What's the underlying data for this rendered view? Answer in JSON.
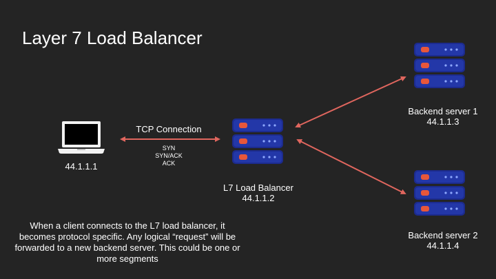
{
  "title": "Layer 7 Load Balancer",
  "client": {
    "ip": "44.1.1.1"
  },
  "connection": {
    "label": "TCP Connection",
    "handshake": [
      "SYN",
      "SYN/ACK",
      "ACK"
    ]
  },
  "load_balancer": {
    "name": "L7 Load Balancer",
    "ip": "44.1.1.2"
  },
  "backend1": {
    "name": "Backend server 1",
    "ip": "44.1.1.3"
  },
  "backend2": {
    "name": "Backend server 2",
    "ip": "44.1.1.4"
  },
  "description": "When a client connects to the L7 load balancer, it becomes protocol specific. Any logical “request” will be forwarded to a new backend server. This could be one or more segments",
  "colors": {
    "arrow": "#e0665e",
    "server_body": "#1c2b8e",
    "server_led": "#e8573a",
    "server_dots": "#8ea8ff"
  },
  "icons": {
    "client": "laptop-icon",
    "servers": "server-rack-icon"
  }
}
